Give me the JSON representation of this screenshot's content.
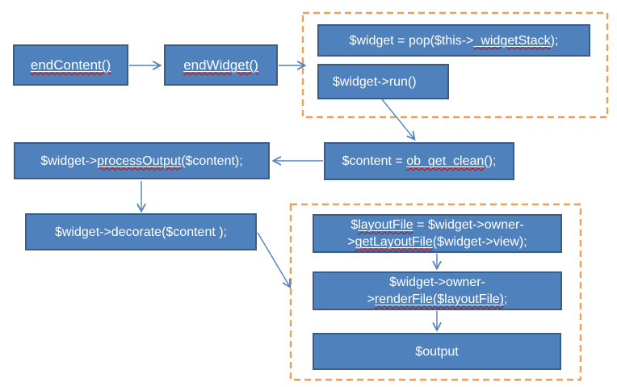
{
  "colors": {
    "node_fill": "#4F81BD",
    "node_border": "#385D8A",
    "node_text": "#FFFFFF",
    "arrow": "#4F81BD",
    "group_dashed_border": "#E9A058",
    "spellcheck_squiggle": "#CC0000",
    "background": "#FFFFFF"
  },
  "diagram": {
    "nodes": {
      "end_content": {
        "label": "endContent()"
      },
      "end_widget": {
        "label": "endWidget()"
      },
      "pop_stack": {
        "pre": "$widget = pop($this->",
        "mis": "_widgetStack",
        "post": ");"
      },
      "run": {
        "label": "$widget->run()"
      },
      "ob_get_clean": {
        "pre": "$content = ",
        "mis": "ob_get_clean",
        "post": "();"
      },
      "process_output": {
        "pre": "$widget->",
        "mis": "processOutput",
        "post": "($content);"
      },
      "decorate": {
        "label": "$widget->decorate($content );"
      },
      "layout_file": {
        "line1_pre": "$",
        "line1_mis": "layoutFile",
        "line1_post": " = $widget->owner-",
        "line2_pre": ">",
        "line2_mis": "getLayoutFile",
        "line2_post": "($widget->view);"
      },
      "render_file": {
        "line1": "$widget->owner-",
        "line2_pre": ">",
        "line2_mis": "renderFile($layoutFile)",
        "line2_post": ";"
      },
      "output": {
        "label": "$output"
      }
    }
  }
}
